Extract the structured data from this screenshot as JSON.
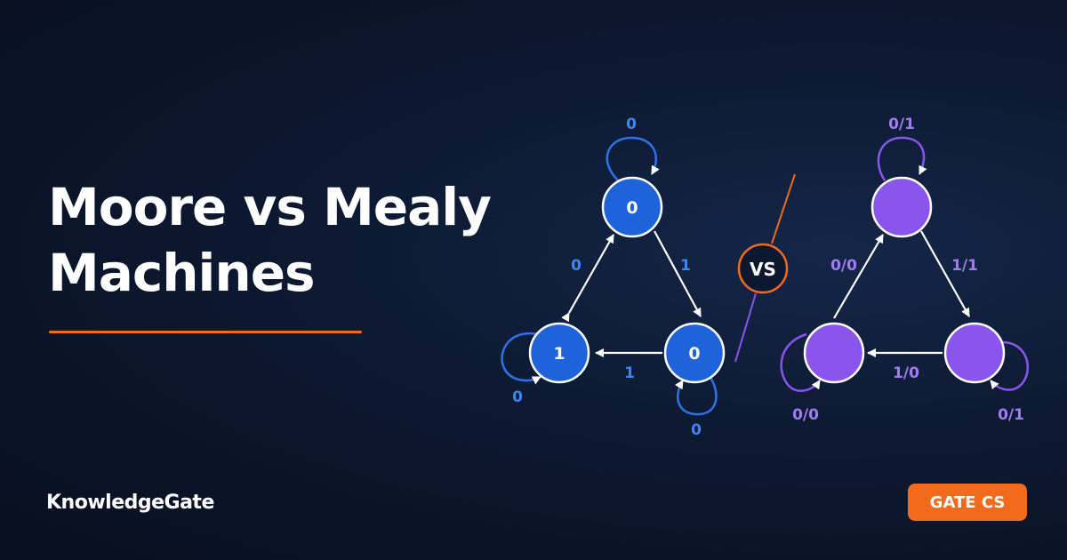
{
  "title": {
    "line1": "Moore vs Mealy",
    "line2": "Machines"
  },
  "brand": "KnowledgeGate",
  "badge": "GATE CS",
  "vs_label": "VS",
  "colors": {
    "accent": "#f26a1b",
    "moore_node": "#1f63db",
    "moore_label": "#3d86f5",
    "mealy_node": "#8a55ec",
    "mealy_label": "#a17bf2",
    "arrow": "#ffffff"
  },
  "moore": {
    "states": {
      "top": "0",
      "left": "1",
      "right": "0"
    },
    "edges": {
      "top_self_loop": "0",
      "left_to_top": "0",
      "top_to_right": "1",
      "right_to_left": "1",
      "left_self_loop": "0",
      "right_self_loop": "0"
    }
  },
  "mealy": {
    "states": {
      "top": "",
      "left": "",
      "right": ""
    },
    "edges": {
      "top_self_loop": "0/1",
      "left_to_top": "0/0",
      "top_to_right": "1/1",
      "right_to_left": "1/0",
      "left_self_loop": "0/0",
      "right_self_loop": "0/1"
    }
  }
}
